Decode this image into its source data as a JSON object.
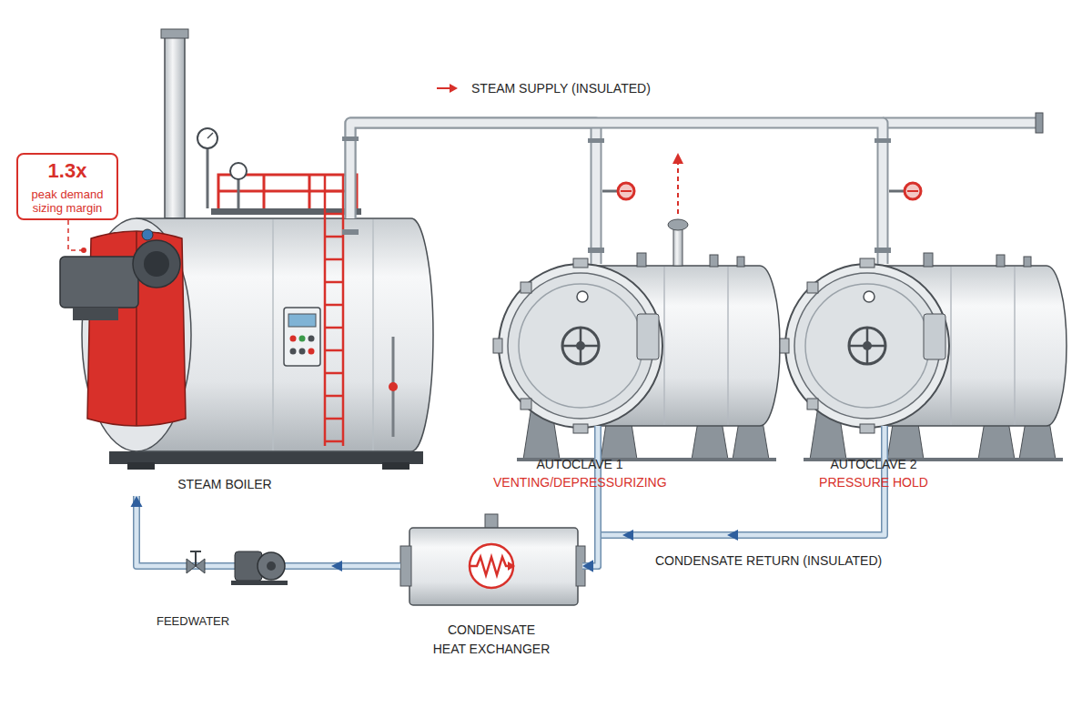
{
  "diagram": {
    "nodes": [
      {
        "text": [
          "1.3x",
          "peak demand sizing margin"
        ]
      },
      {
        "text": [
          "STEAM BOILER"
        ]
      },
      {
        "text": [
          "AUTOCLAVE 1",
          "VENTING/DEPRESSURIZING"
        ]
      },
      {
        "text": [
          "AUTOCLAVE 2",
          "PRESSURE HOLD"
        ]
      },
      {
        "text": [
          "CONDENSATE HEAT EXCHANGER"
        ]
      }
    ],
    "edges": [
      {
        "from": 1,
        "to": 2,
        "arrow": "none",
        "label": "STEAM SUPPLY (INSULATED)"
      },
      {
        "from": 1,
        "to": 3,
        "arrow": "none"
      },
      {
        "from": 3,
        "to": 4,
        "arrow": "to",
        "label": "CONDENSATE RETURN (INSULATED)"
      },
      {
        "from": 2,
        "to": 4,
        "arrow": "to"
      },
      {
        "from": 4,
        "to": 1,
        "arrow": "to",
        "label": "FEEDWATER"
      },
      {
        "from": 0,
        "to": 1,
        "arrow": "none"
      }
    ]
  }
}
